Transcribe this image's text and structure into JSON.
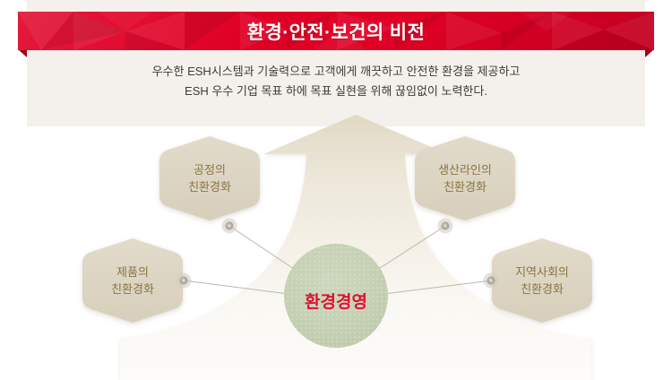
{
  "banner": {
    "title": "환경·안전·보건의 비전",
    "bg_color": "#e00025",
    "text_color": "#ffffff",
    "tail_color": "#9d0416"
  },
  "panel": {
    "bg_color": "#f4f1ec"
  },
  "lead": {
    "line1": "우수한 ESH시스템과 기술력으로 고객에게 깨끗하고 안전한 환경을 제공하고",
    "line2": "ESH 우수 기업 목표 하에 목표 실현을 위해 끊임없이 노력한다.",
    "text_color": "#3b3b3b"
  },
  "diagram": {
    "arrow": {
      "name": "upward-growth-arrow",
      "fill_top": "#e3dcc9",
      "fill_bottom": "#fbf9f4"
    },
    "core": {
      "label_line1": "환경경영",
      "fill": "#c3cfb2",
      "text_color": "#dd1133"
    },
    "connector": {
      "line_color": "#b9b4a8",
      "dot_fill": "#b3aea4",
      "dot_ring": "#d8d4cc"
    },
    "node_fill": "#ddd6c4",
    "node_text_color": "#8a7544",
    "nodes": [
      {
        "id": "process",
        "line1": "공정의",
        "line2": "친환경화"
      },
      {
        "id": "production-line",
        "line1": "생산라인의",
        "line2": "친환경화"
      },
      {
        "id": "product",
        "line1": "제품의",
        "line2": "친환경화"
      },
      {
        "id": "community",
        "line1": "지역사회의",
        "line2": "친환경화"
      }
    ]
  }
}
